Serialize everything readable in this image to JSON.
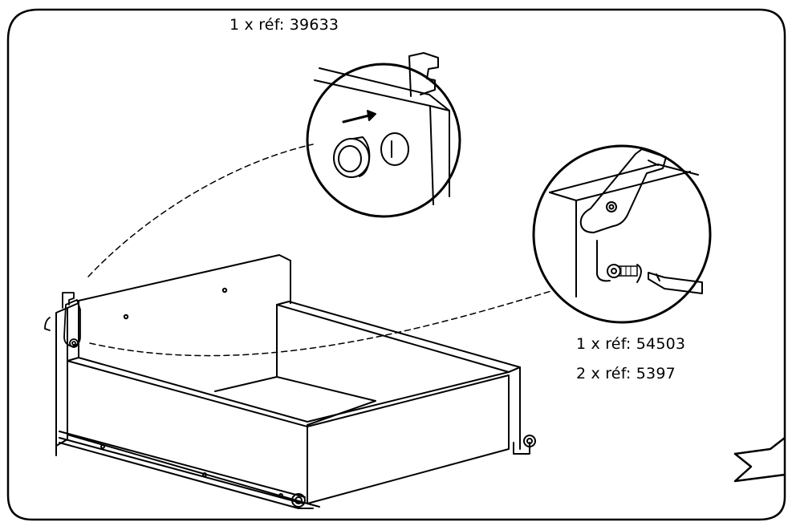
{
  "labels": {
    "hardware_top": "1 x réf: 39633",
    "hardware_right_1": "1 x réf: 54503",
    "hardware_right_2": "2 x réf: 5397"
  },
  "colors": {
    "line": "#000000",
    "background": "#ffffff"
  },
  "icons": [
    "arrow-right-icon",
    "next-step-arrow-icon"
  ]
}
